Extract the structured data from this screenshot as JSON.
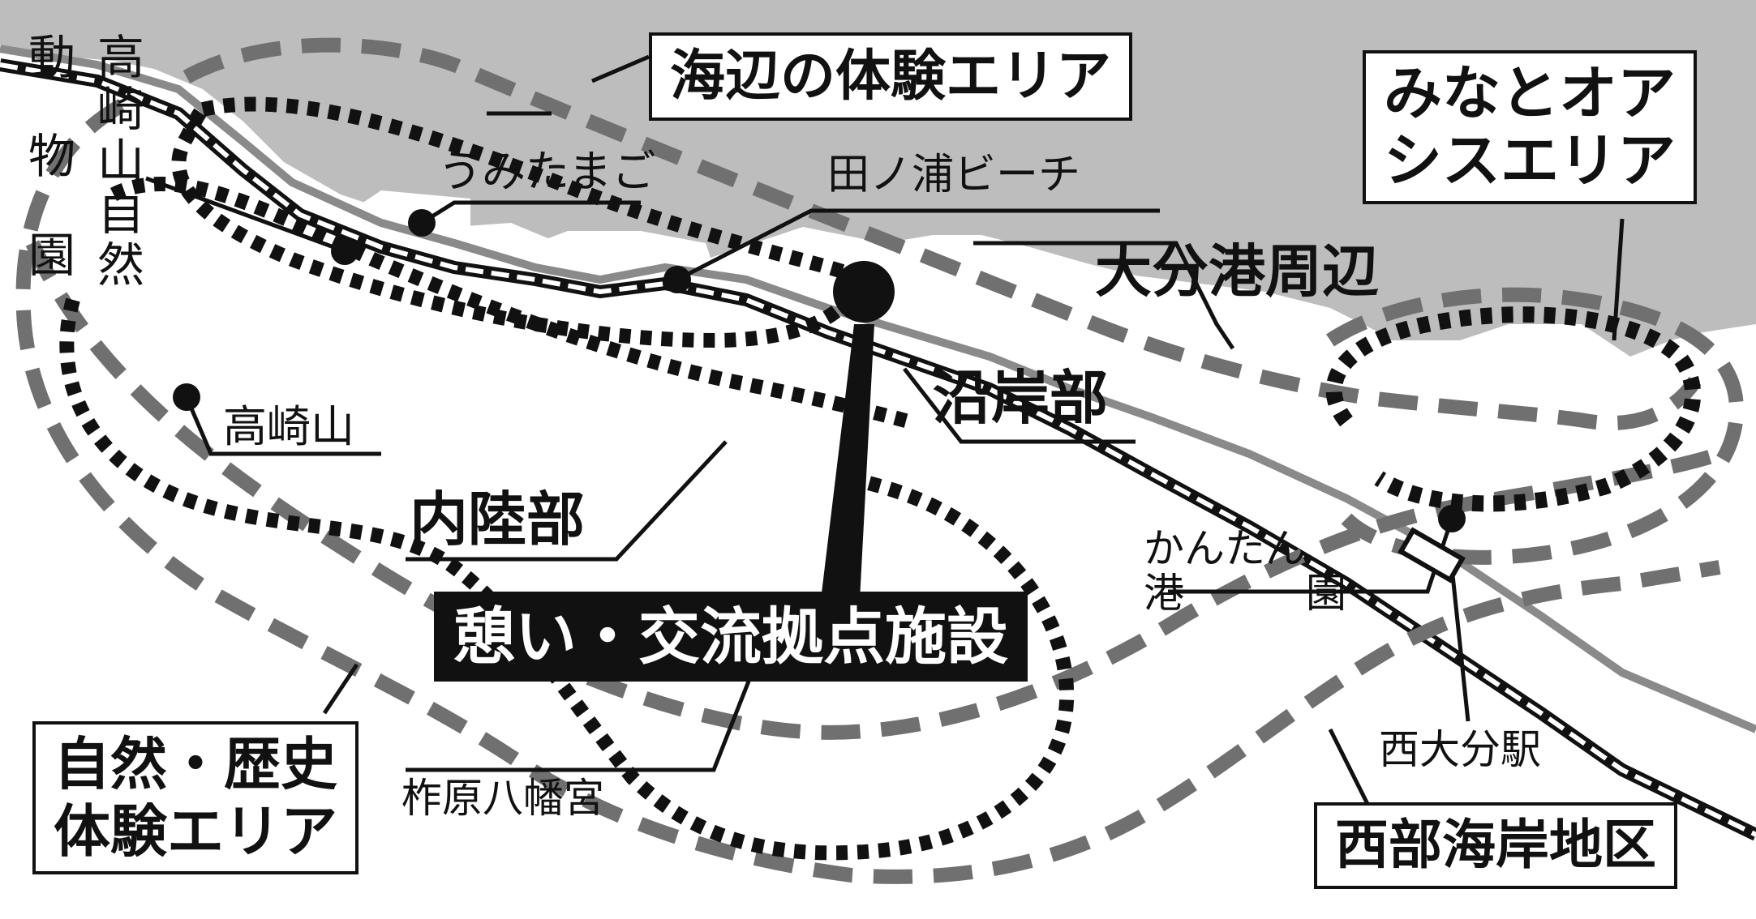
{
  "map": {
    "colors": {
      "sea": "#bdbdbd",
      "land": "#ffffff",
      "dashed_area": "#707070",
      "dotted_area": "#111111",
      "label_box_fill": "#111111"
    },
    "area_labels": {
      "seaside_experience": "海辺の体験エリア",
      "minato_oasis_line1": "みなとオア",
      "minato_oasis_line2": "シスエリア",
      "nature_history_line1": "自然・歴史",
      "nature_history_line2": "体験エリア",
      "western_coast": "西部海岸地区"
    },
    "zone_labels": {
      "oita_port": "大分港周辺",
      "coastal": "沿岸部",
      "inland": "内陸部"
    },
    "featured_facility": "憩い・交流拠点施設",
    "places": {
      "zoo_col1": "動物園",
      "zoo_col2": "高崎山自然",
      "umitamago": "うみたまご",
      "tanoura_beach": "田ノ浦ビーチ",
      "mt_takasaki": "高崎山",
      "kantan_port_line1": "かんたん",
      "kantan_port_line2a": "港",
      "kantan_port_line2b": "園",
      "nishi_oita_station": "西大分駅",
      "yusuhara_hachimangu": "柞原八幡宮"
    }
  }
}
